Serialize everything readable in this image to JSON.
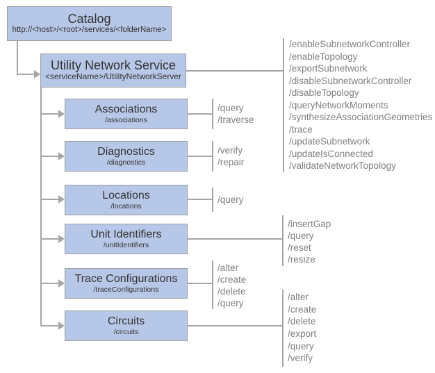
{
  "colors": {
    "box_fill": "#b7c7e7",
    "box_border": "#9f9f9f",
    "connector_line": "#a6a6a6",
    "box_text": "#333333",
    "ops_text": "#7f7f7f"
  },
  "catalog": {
    "title": "Catalog",
    "subtitle": "http://<host>/<root>/services/<folderName>"
  },
  "service": {
    "title": "Utility Network Service",
    "subtitle": "<serviceName>/UtilityNetworkServer",
    "ops": [
      "/enableSubnetworkController",
      "/enableTopology",
      "/exportSubnetwork",
      "/disableSubnetworkController",
      "/disableTopology",
      "/queryNetworkMoments",
      "/synthesizeAssociationGeometries",
      "/trace",
      "/updateSubnetwork",
      "/updateIsConnected",
      "/validateNetworkTopology"
    ]
  },
  "resources": [
    {
      "title": "Associations",
      "subtitle": "/associations",
      "ops": [
        "/query",
        "/traverse"
      ]
    },
    {
      "title": "Diagnostics",
      "subtitle": "/diagnostics",
      "ops": [
        "/verify",
        "/repair"
      ]
    },
    {
      "title": "Locations",
      "subtitle": "/locations",
      "ops": [
        "/query"
      ]
    },
    {
      "title": "Unit Identifiers",
      "subtitle": "/unitIdentifiers",
      "ops": [
        "/insertGap",
        "/query",
        "/reset",
        "/resize"
      ]
    },
    {
      "title": "Trace Configurations",
      "subtitle": "/traceConfigurations",
      "ops": [
        "/alter",
        "/create",
        "/delete",
        "/query"
      ]
    },
    {
      "title": "Circuits",
      "subtitle": "/circuits",
      "ops": [
        "/alter",
        "/create",
        "/delete",
        "/export",
        "/query",
        "/verify"
      ]
    }
  ]
}
